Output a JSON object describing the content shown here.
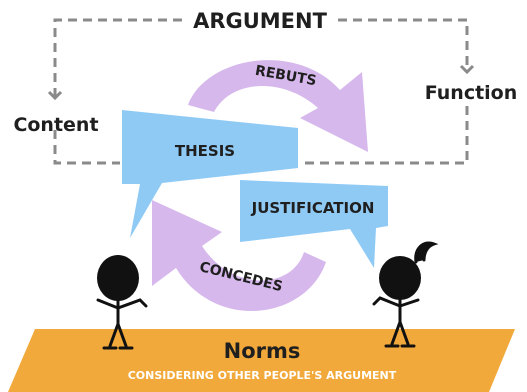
{
  "title": "ARGUMENT",
  "left_label": "Content",
  "right_label": "Function",
  "bubble_left": "THESIS",
  "bubble_right": "JUSTIFICATION",
  "arrow_top": "REBUTS",
  "arrow_bottom": "CONCEDES",
  "platform_title": "Norms",
  "platform_subtitle": "CONSIDERING OTHER PEOPLE'S ARGUMENT",
  "colors": {
    "dashed_line": "#8a8a8a",
    "arrow_fill": "#d6b8ec",
    "bubble_fill": "#8fcaf5",
    "platform_fill": "#f2a93b",
    "text_dark": "#1f1f1f",
    "subtitle_text": "#ffffff"
  }
}
